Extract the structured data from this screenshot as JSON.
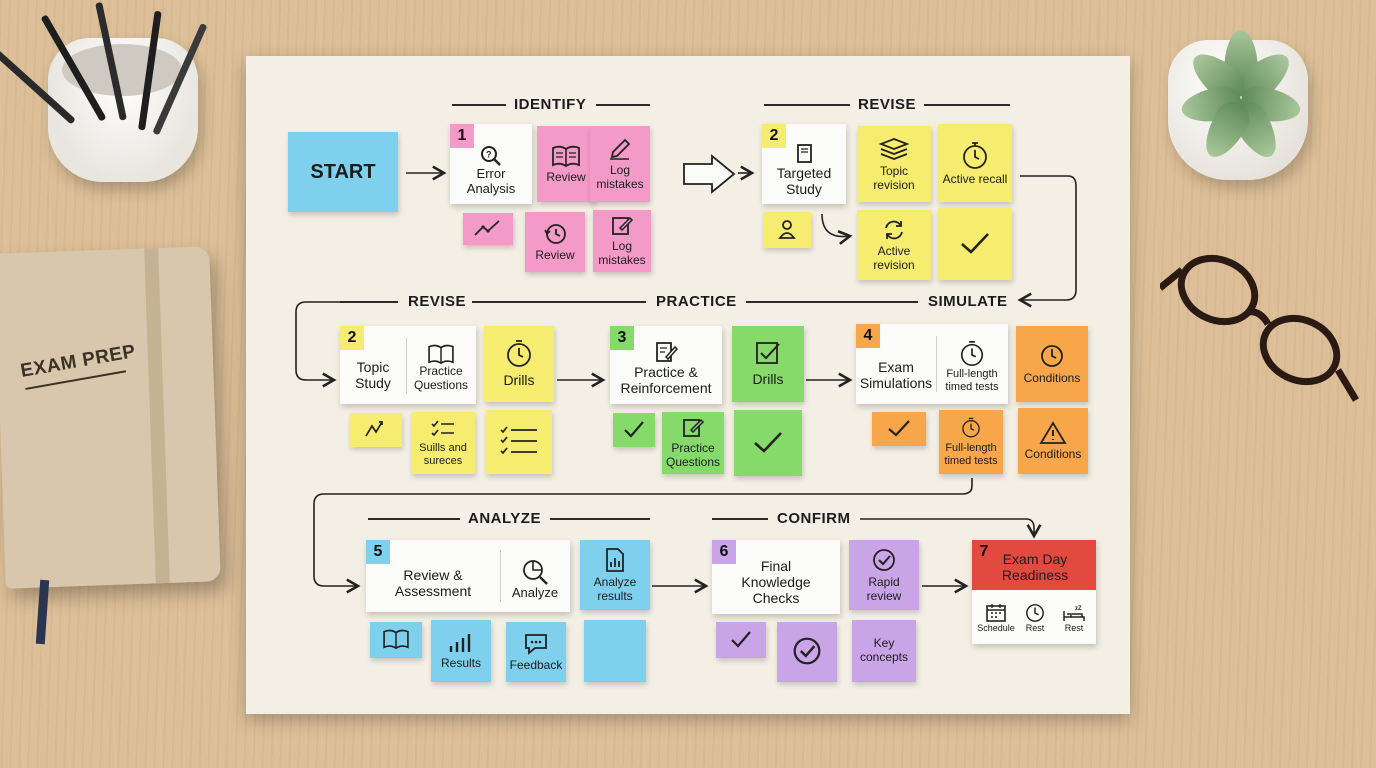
{
  "notebook_title": "EXAM PREP",
  "sections": {
    "identify": "IDENTIFY",
    "revise_top": "REVISE",
    "revise_mid": "REVISE",
    "practice": "PRACTICE",
    "simulate": "SIMULATE",
    "analyze": "ANALYZE",
    "confirm": "CONFIRM"
  },
  "start": "START",
  "step1": {
    "num": "1",
    "title": "Error Analysis",
    "review": "Review",
    "log": "Log mistakes",
    "review2": "Review",
    "log2": "Log mistakes"
  },
  "step2a": {
    "num": "2",
    "title": "Targeted Study",
    "topic": "Topic revision",
    "recall": "Active recall",
    "active": "Active revision"
  },
  "step2b": {
    "num": "2",
    "title": "Topic Study",
    "questions": "Practice Questions",
    "drills": "Drills",
    "skills": "Suills and sureces"
  },
  "step3": {
    "num": "3",
    "title": "Practice & Reinforcement",
    "drills": "Drills",
    "questions": "Practice Questions"
  },
  "step4": {
    "num": "4",
    "title": "Exam Simulations",
    "fulllength": "Full-length timed tests",
    "conditions": "Conditions",
    "fulllength2": "Full-length timed tests",
    "conditions2": "Conditions"
  },
  "step5": {
    "num": "5",
    "title": "Review & Assessment",
    "analyze": "Analyze",
    "results_note": "Analyze results",
    "results": "Results",
    "feedback": "Feedback"
  },
  "step6": {
    "num": "6",
    "title": "Final Knowledge Checks",
    "rapid": "Rapid review",
    "key": "Key concepts"
  },
  "step7": {
    "num": "7",
    "title": "Exam Day Readiness",
    "schedule": "Schedule",
    "rest1": "Rest",
    "rest2": "Rest"
  },
  "colors": {
    "blue": "#7fd0ec",
    "pink": "#f39ac8",
    "yellow": "#f6ec70",
    "green": "#86da6a",
    "orange": "#f8a64a",
    "purple": "#c9a4e6",
    "red": "#e2493f"
  }
}
